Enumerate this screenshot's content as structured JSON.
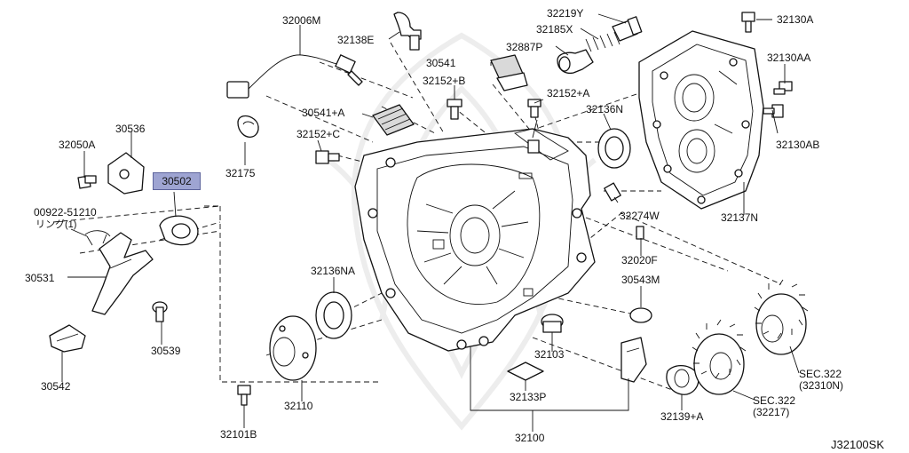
{
  "diagram": {
    "code": "J32100SK",
    "highlighted_part": "30502",
    "parts": {
      "p32006M": "32006M",
      "p32138E": "32138E",
      "p32219Y": "32219Y",
      "p32185X": "32185X",
      "p32887P": "32887P",
      "p32130A": "32130A",
      "p32130AA": "32130AA",
      "p32130AB": "32130AB",
      "p30541": "30541",
      "p32152B": "32152+B",
      "p32152A": "32152+A",
      "p30541A": "30541+A",
      "p32136N": "32136N",
      "p32152C": "32152+C",
      "p30536": "30536",
      "p32050A": "32050A",
      "p32175": "32175",
      "p30502": "30502",
      "p00922": "00922-51210",
      "p00922sub": "リング(1)",
      "p32274W": "32274W",
      "p32137N": "32137N",
      "p30531": "30531",
      "p32136NA": "32136NA",
      "p32020F": "32020F",
      "p30543M": "30543M",
      "p30539": "30539",
      "p30542": "30542",
      "p32103": "32103",
      "p32110": "32110",
      "p32133P": "32133P",
      "p32139A": "32139+A",
      "pSEC322a": "SEC.322",
      "pSEC322a_sub": "(32310N)",
      "pSEC322b": "SEC.322",
      "pSEC322b_sub": "(32217)",
      "p32101B": "32101B",
      "p32100": "32100"
    }
  }
}
